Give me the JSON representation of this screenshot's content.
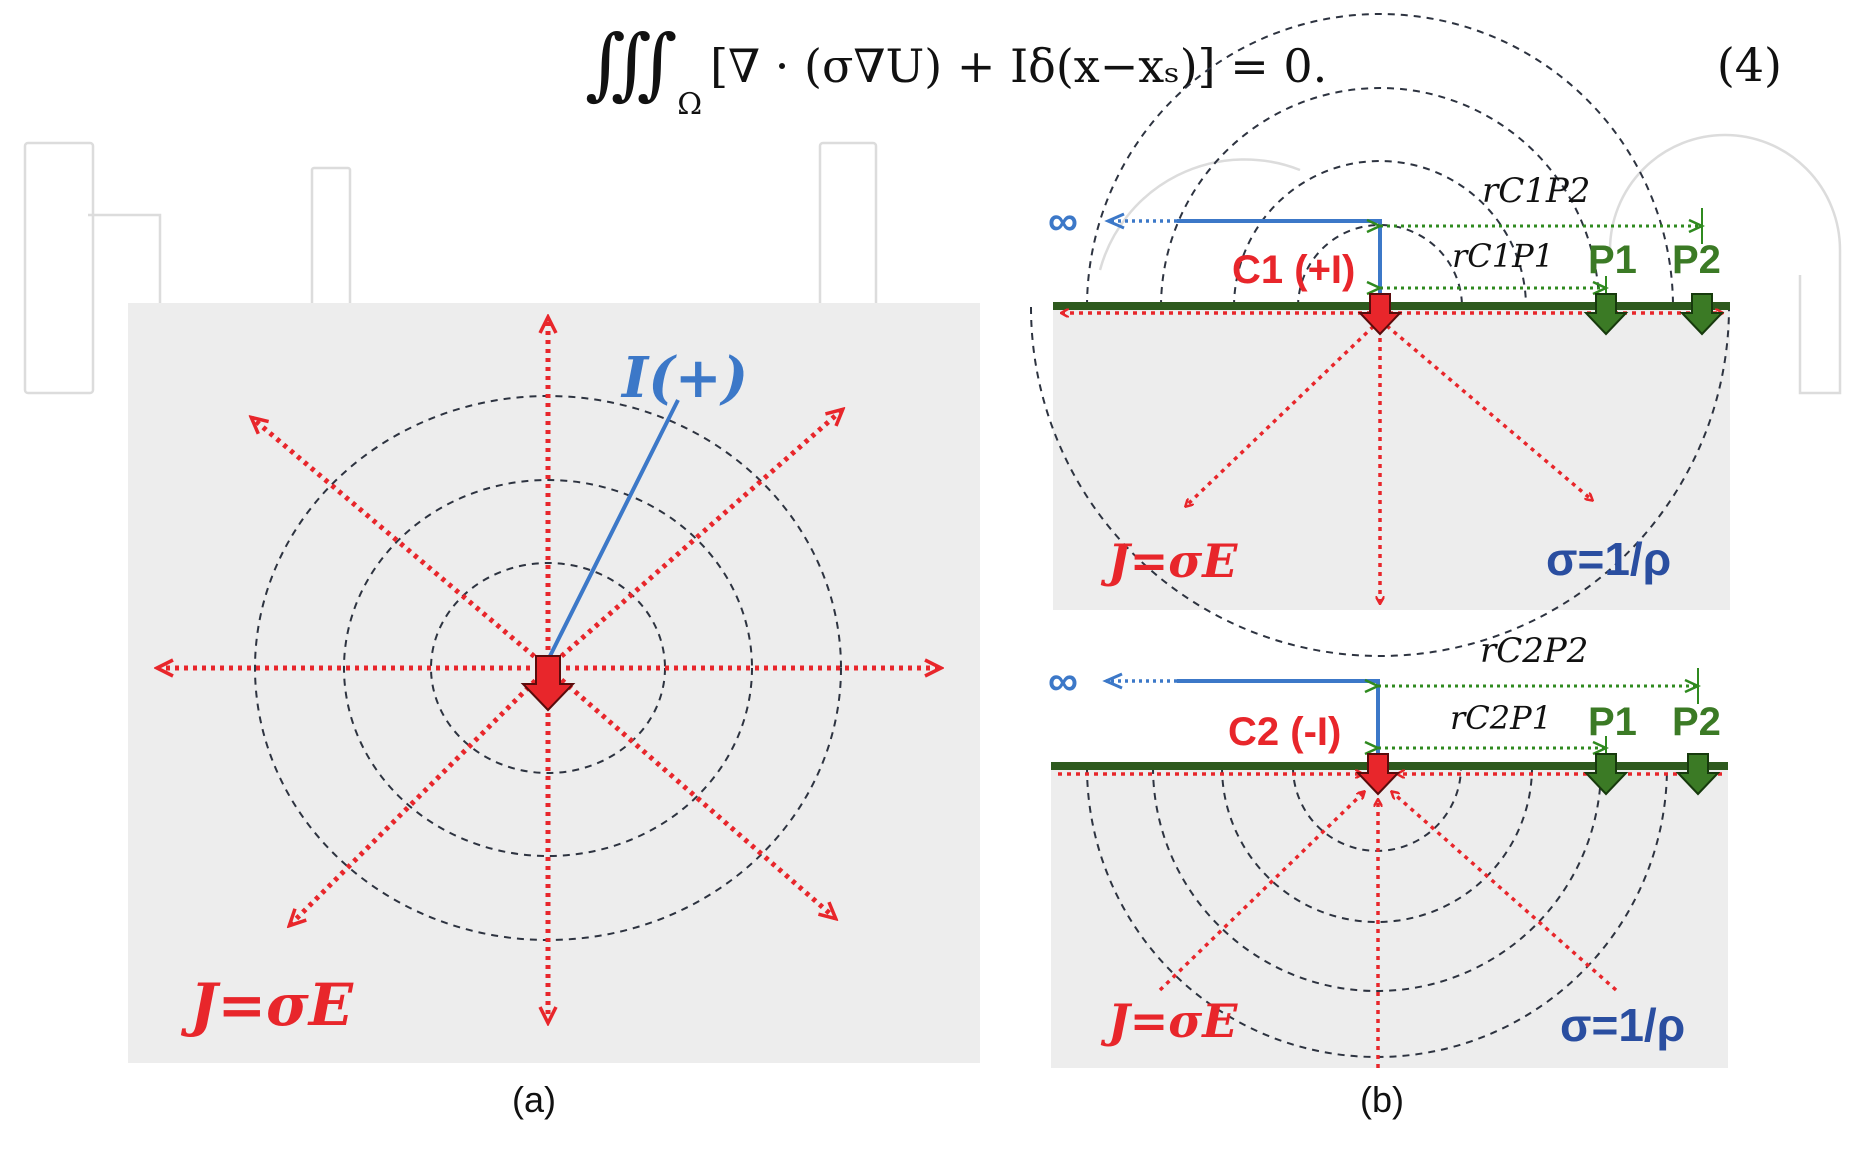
{
  "equation": {
    "integral": "∭",
    "domain": "Ω",
    "body": "[∇ · (σ∇U) + Iδ(x−xₛ)] = 0.",
    "number": "(4)"
  },
  "figure": {
    "panel_a": {
      "caption": "(a)",
      "source_label": "I(+)",
      "current_label": "J=σE",
      "ring_count": 3,
      "flow_direction_count": 8
    },
    "panel_b": {
      "caption": "(b)",
      "top": {
        "infinity": "∞",
        "electrode_label": "C1 (+I)",
        "distance_far": "rC1P2",
        "distance_near": "rC1P1",
        "p1": "P1",
        "p2": "P2",
        "current_label": "J=σE",
        "conductivity_label": "σ=1/ρ"
      },
      "bottom": {
        "infinity": "∞",
        "electrode_label": "C2 (-I)",
        "distance_far": "rC2P2",
        "distance_near": "rC2P1",
        "p1": "P1",
        "p2": "P2",
        "current_label": "J=σE",
        "conductivity_label": "σ=1/ρ"
      }
    }
  },
  "colors": {
    "current_red": "#e8262b",
    "source_blue": "#3c78c8",
    "ground_green": "#2e5a1e",
    "electrode_green": "#3b7a25",
    "distance_green": "#2f8a1f",
    "sigma_navy": "#2a4ea0",
    "panel_bg": "#ededed"
  }
}
